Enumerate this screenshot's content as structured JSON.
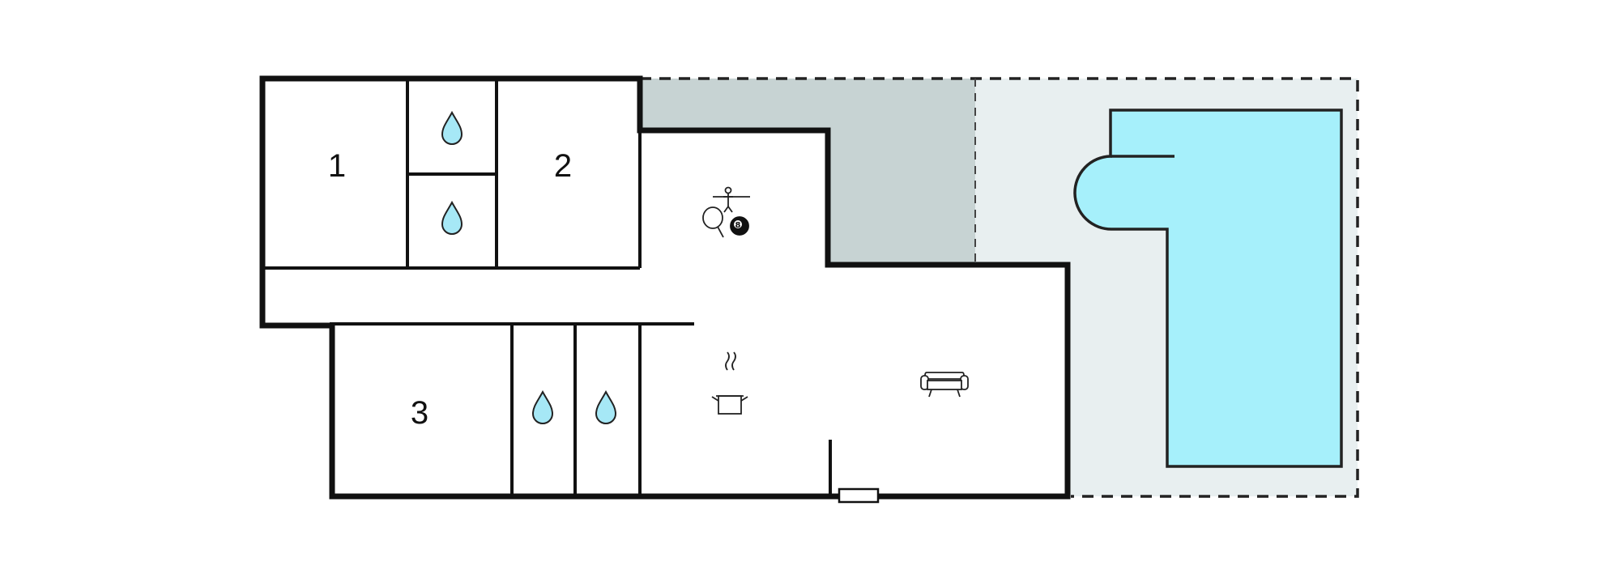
{
  "floor_plan": {
    "rooms": [
      {
        "id": "bedroom-1",
        "label": "1"
      },
      {
        "id": "bedroom-2",
        "label": "2"
      },
      {
        "id": "bedroom-3",
        "label": "3"
      }
    ],
    "icons": {
      "bathroom": "water-drop-icon",
      "games": [
        "table-football-icon",
        "table-tennis-icon",
        "billiards-8-ball-icon"
      ],
      "kitchen": "cooking-pot-icon",
      "living": "sofa-icon",
      "entrance": "door-icon",
      "pool": "swimming-pool"
    },
    "billiard_ball_number": "8",
    "colors": {
      "walls": "#111111",
      "covered_terrace": "#c7d3d3",
      "open_terrace": "#e8eff0",
      "pool_water": "#a6f0fb",
      "water_drop": "#a6e8f6"
    }
  }
}
